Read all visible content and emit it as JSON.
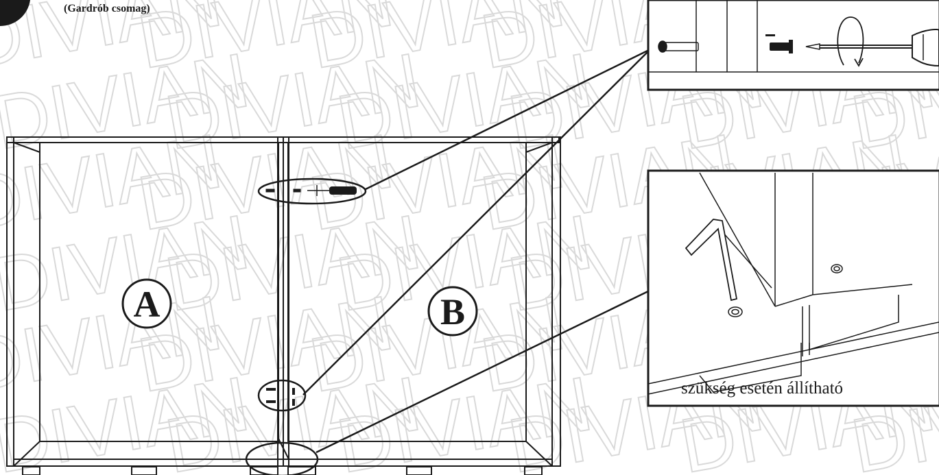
{
  "header": {
    "subtitle": "(Gardrób csomag)"
  },
  "labels": {
    "panel_a": "A",
    "panel_b": "B"
  },
  "detail_adjust": {
    "caption": "szükség esetén állítható"
  },
  "watermark": {
    "text": "DIVIAN"
  },
  "colors": {
    "line": "#1a1a1a",
    "watermark": "#d9d9d9",
    "background": "#ffffff"
  },
  "icons": [
    "screw-icon",
    "screwdriver-icon",
    "allen-key-icon",
    "dowel-icon"
  ]
}
